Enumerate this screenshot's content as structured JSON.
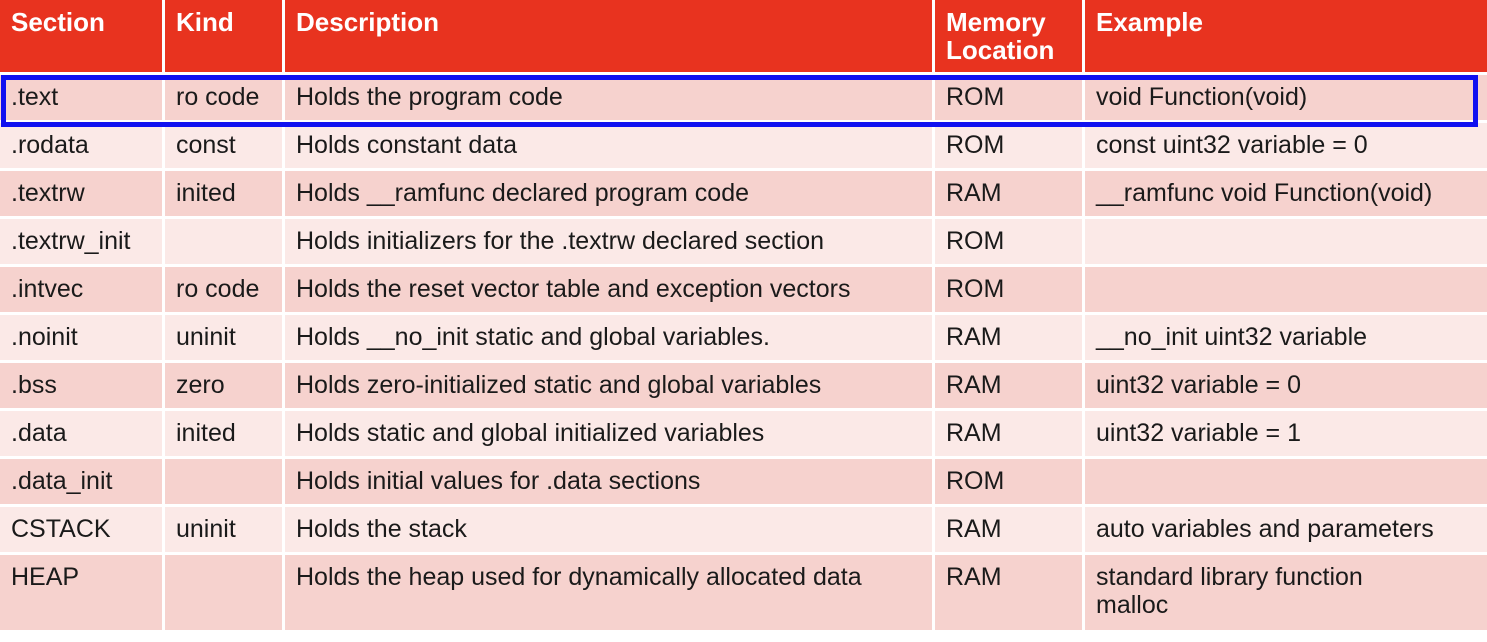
{
  "table": {
    "headers": [
      {
        "label": "Section"
      },
      {
        "label": "Kind"
      },
      {
        "label": "Description"
      },
      {
        "label": "Memory\nLocation"
      },
      {
        "label": "Example"
      }
    ],
    "rows": [
      {
        "section": ".text",
        "kind": "ro code",
        "description": "Holds the program code",
        "memory_location": "ROM",
        "example": "void Function(void)",
        "highlighted": true
      },
      {
        "section": ".rodata",
        "kind": "const",
        "description": "Holds constant data",
        "memory_location": "ROM",
        "example": "const uint32 variable = 0",
        "highlighted": false
      },
      {
        "section": ".textrw",
        "kind": "inited",
        "description": "Holds __ramfunc declared program code",
        "memory_location": "RAM",
        "example": "__ramfunc void Function(void)",
        "highlighted": false
      },
      {
        "section": ".textrw_init",
        "kind": "",
        "description": "Holds initializers for the .textrw declared section",
        "memory_location": "ROM",
        "example": "",
        "highlighted": false
      },
      {
        "section": ".intvec",
        "kind": "ro code",
        "description": "Holds the reset vector table and exception vectors",
        "memory_location": "ROM",
        "example": "",
        "highlighted": false
      },
      {
        "section": ".noinit",
        "kind": "uninit",
        "description": "Holds __no_init static and global variables.",
        "memory_location": "RAM",
        "example": "__no_init uint32 variable",
        "highlighted": false
      },
      {
        "section": ".bss",
        "kind": "zero",
        "description": "Holds zero-initialized static and global variables",
        "memory_location": "RAM",
        "example": "uint32 variable = 0",
        "highlighted": false
      },
      {
        "section": ".data",
        "kind": "inited",
        "description": "Holds static and global initialized variables",
        "memory_location": "RAM",
        "example": "uint32 variable = 1",
        "highlighted": false
      },
      {
        "section": ".data_init",
        "kind": "",
        "description": "Holds initial values for .data sections",
        "memory_location": "ROM",
        "example": "",
        "highlighted": false
      },
      {
        "section": "CSTACK",
        "kind": "uninit",
        "description": "Holds the stack",
        "memory_location": "RAM",
        "example": "auto variables and parameters",
        "highlighted": false
      },
      {
        "section": "HEAP",
        "kind": "",
        "description": "Holds the heap used for dynamically allocated data",
        "memory_location": "RAM",
        "example": "standard library function\nmalloc",
        "highlighted": false
      }
    ]
  },
  "colors": {
    "header_background": "#E8331F",
    "header_text": "#FFFFFF",
    "row_light": "#FBE9E7",
    "row_dark": "#F6D2CE",
    "cell_text": "#1A1A1A",
    "highlight_border": "#1010F0",
    "grid_line": "#FFFFFF"
  }
}
